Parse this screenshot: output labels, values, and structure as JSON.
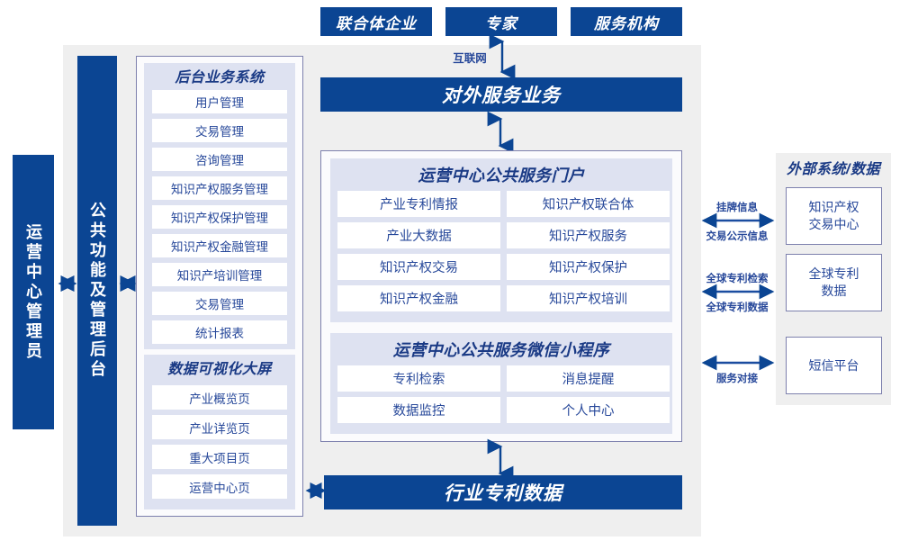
{
  "diagram": {
    "title_top_boxes": [
      {
        "label": "联合体企业"
      },
      {
        "label": "专家"
      },
      {
        "label": "服务机构"
      }
    ],
    "internet_label": "互联网",
    "external_service_bar": "对外服务业务",
    "industry_patent_data_bar": "行业专利数据",
    "left_actor": "运营中心管理员",
    "common_function_bar": "公共功能及管理后台",
    "backend_system": {
      "title": "后台业务系统",
      "items": [
        "用户管理",
        "交易管理",
        "咨询管理",
        "知识产权服务管理",
        "知识产权保护管理",
        "知识产权金融管理",
        "知识产培训管理",
        "交易管理",
        "统计报表"
      ]
    },
    "data_visualization": {
      "title": "数据可视化大屏",
      "items": [
        "产业概览页",
        "产业详览页",
        "重大项目页",
        "运营中心页"
      ]
    },
    "public_portal": {
      "title": "运营中心公共服务门户",
      "items_left": [
        "产业专利情报",
        "产业大数据",
        "知识产权交易",
        "知识产权金融"
      ],
      "items_right": [
        "知识产权联合体",
        "知识产权服务",
        "知识产权保护",
        "知识产权培训"
      ]
    },
    "wechat_miniprogram": {
      "title": "运营中心公共服务微信小程序",
      "items_left": [
        "专利检索",
        "数据监控"
      ],
      "items_right": [
        "消息提醒",
        "个人中心"
      ]
    },
    "external": {
      "title": "外部系统/数据",
      "systems": [
        {
          "label": "知识产权\n交易中心",
          "line1": "知识产权",
          "line2": "交易中心"
        },
        {
          "label": "全球专利\n数据",
          "line1": "全球专利",
          "line2": "数据"
        },
        {
          "label": "短信平台",
          "line1": "短信平台",
          "line2": ""
        }
      ],
      "connector_labels": [
        {
          "above": "挂牌信息",
          "below": "交易公示信息"
        },
        {
          "above": "全球专利检索",
          "below": "全球专利数据"
        },
        {
          "above": "",
          "below": "服务对接"
        }
      ]
    },
    "colors": {
      "brand_blue": "#0b4593",
      "panel_gray": "#efefef",
      "group_lavender": "#dee2f1",
      "outline_purple": "#7d80ad",
      "text_blue": "#27489a"
    }
  }
}
